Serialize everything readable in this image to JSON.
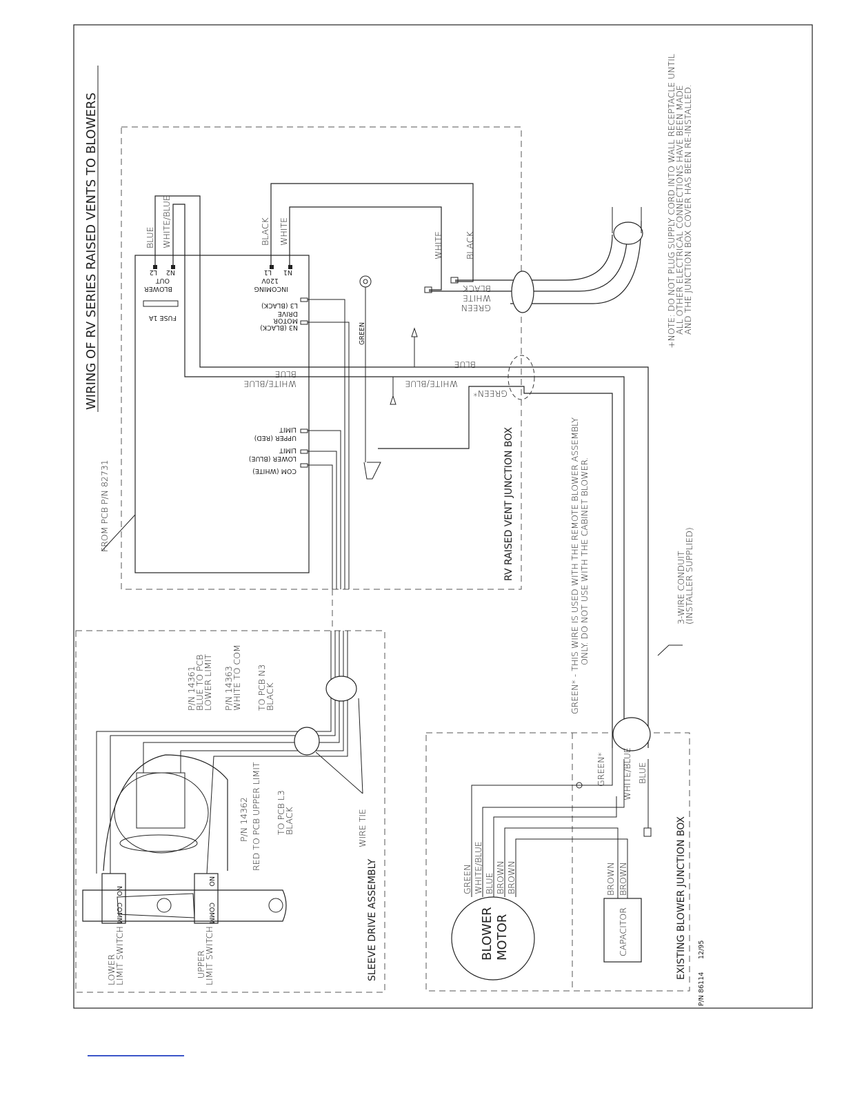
{
  "diagram": {
    "title": "WIRING OF RV SERIES RAISED VENTS TO BLOWERS",
    "from_pcb": "FROM PCB P/N 82731",
    "junction_box": "RV RAISED VENT JUNCTION BOX",
    "pcb": {
      "fuse": "FUSE 1A",
      "blower_out": [
        "BLOWER",
        "OUT"
      ],
      "l2": "L2",
      "n2": "N2",
      "incoming": [
        "INCOMING",
        "120V"
      ],
      "l1": "L1",
      "n1": "N1",
      "motor_drive": [
        "MOTOR",
        "DRIVE"
      ],
      "l3": "L3 (BLACK)",
      "n3": "N3 (BLACK)",
      "upper_limit": [
        "UPPER (RED)",
        "LIMIT"
      ],
      "lower_limit": [
        "LOWER (BLUE)",
        "LIMIT"
      ],
      "com": "COM (WHITE)"
    },
    "wires": {
      "blue": "BLUE",
      "white_blue": "WHITE/BLUE",
      "black": "BLACK",
      "white": "WHITE",
      "green": "GREEN",
      "green_star": "GREEN*",
      "brown": "BROWN"
    },
    "note": [
      "+NOTE: DO NOT PLUG SUPPLY CORD INTO WALL RECEPTACLE UNTIL",
      "ALL OTHER ELECTRICAL CONNECTIONS HAVE BEEN MADE",
      "AND THE JUNCTION BOX COVER HAS BEEN RE-INSTALLED."
    ],
    "green_note": [
      "GREEN* - THIS WIRE IS USED WITH THE REMOTE BLOWER ASSEMBLY",
      "ONLY. DO NOT USE WITH THE CABINET BLOWER."
    ],
    "conduit": [
      "3-WIRE CONDUIT",
      "(INSTALLER SUPPLIED)"
    ],
    "sleeve": {
      "title": "SLEEVE DRIVE ASSEMBLY",
      "pn14361": [
        "P/N 14361",
        "BLUE TO PCB",
        "LOWER LIMIT"
      ],
      "pn14363": [
        "P/N 14363",
        "WHITE TO COM"
      ],
      "to_n3": [
        "TO PCB N3",
        "BLACK"
      ],
      "pn14362": [
        "P/N 14362",
        "RED TO PCB UPPER LIMIT"
      ],
      "to_l3": [
        "TO PCB L3",
        "BLACK"
      ],
      "wire_tie": "WIRE TIE",
      "lower_switch": [
        "LOWER",
        "LIMIT SWITCH"
      ],
      "upper_switch": [
        "UPPER",
        "LIMIT SWITCH"
      ],
      "no": "NO",
      "comm": "COMM"
    },
    "blower": {
      "junction": "EXISTING BLOWER JUNCTION BOX",
      "motor": [
        "BLOWER",
        "MOTOR"
      ],
      "capacitor": "CAPACITOR",
      "motor_leads": [
        "GREEN",
        "WHITE/BLUE",
        "BLUE",
        "BROWN",
        "BROWN"
      ],
      "cap_leads": [
        "BROWN",
        "BROWN"
      ]
    },
    "part_number": "P/N 86114",
    "date": "12/95"
  }
}
